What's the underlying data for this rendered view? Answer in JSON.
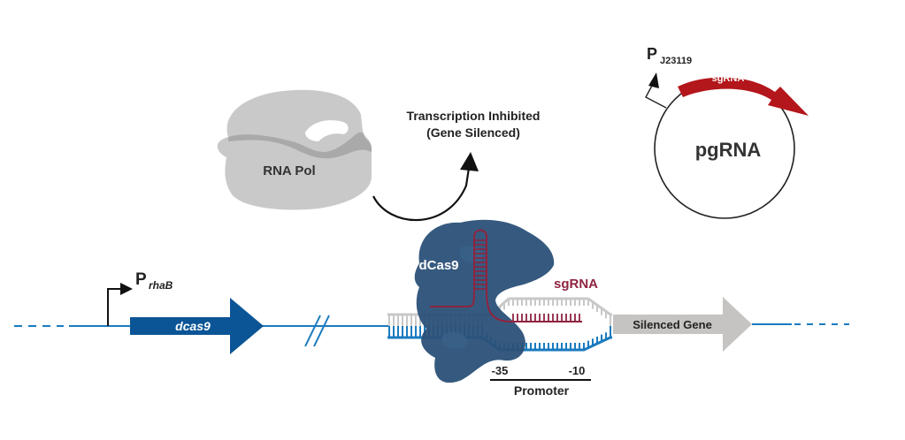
{
  "labels": {
    "rna_pol": "RNA Pol",
    "transcription_line1": "Transcription Inhibited",
    "transcription_line2": "(Gene Silenced)",
    "plasmid_promoter_main": "P",
    "plasmid_promoter_sub": "J23119",
    "plasmid_sgrna": "sgRNA",
    "plasmid_name": "pgRNA",
    "genomic_promoter_main": "P",
    "genomic_promoter_sub": "rhaB",
    "dcas9_gene": "dcas9",
    "dcas9_protein": "dCas9",
    "sgrna": "sgRNA",
    "silenced_gene": "Silenced Gene",
    "minus35": "-35",
    "minus10": "-10",
    "promoter": "Promoter"
  },
  "colors": {
    "dna_blue": "#1a7bbf",
    "dcas9_gene_blue": "#0b5596",
    "dcas9_protein": "#2b5178",
    "sgrna_red": "#8e2440",
    "plasmid_sgrna_red": "#b3161b",
    "rna_pol_gray": "#c9c9c9",
    "silenced_gene_gray": "#c6c4c2",
    "template_strand_gray": "#c8c8c8",
    "text_dark": "#222222"
  }
}
